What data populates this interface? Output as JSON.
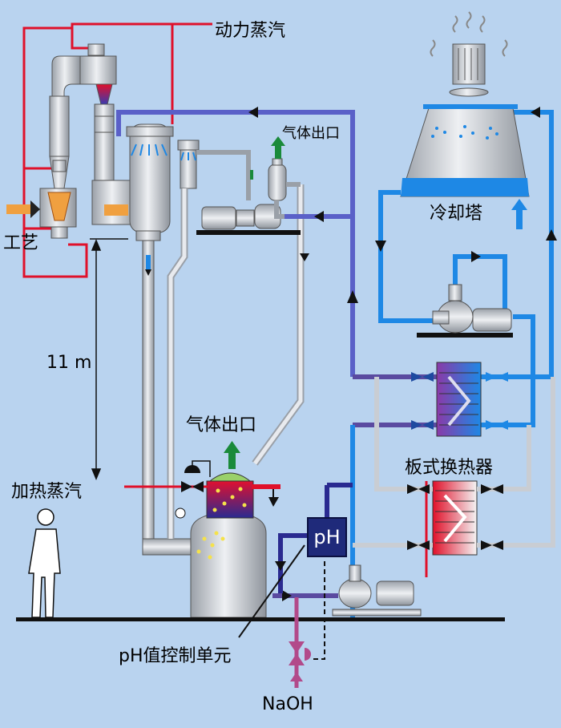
{
  "labels": {
    "motive_steam": "动力蒸汽",
    "gas_outlet_top": "气体出口",
    "cooling_tower": "冷却塔",
    "process": "工艺",
    "height": "11 m",
    "gas_outlet_mid": "气体出口",
    "plate_heat_exchanger": "板式换热器",
    "heating_steam": "加热蒸汽",
    "ph": "pH",
    "ph_control_unit": "pH值控制单元",
    "naoh": "NaOH"
  },
  "colors": {
    "background": "#b9d3ef",
    "steam_red": "#e0102a",
    "water_blue": "#1e88e5",
    "mixed_purple": "#5a4aa0",
    "vessel_gray": "#c9cdd3",
    "arrow_green": "#1a8a3a"
  }
}
